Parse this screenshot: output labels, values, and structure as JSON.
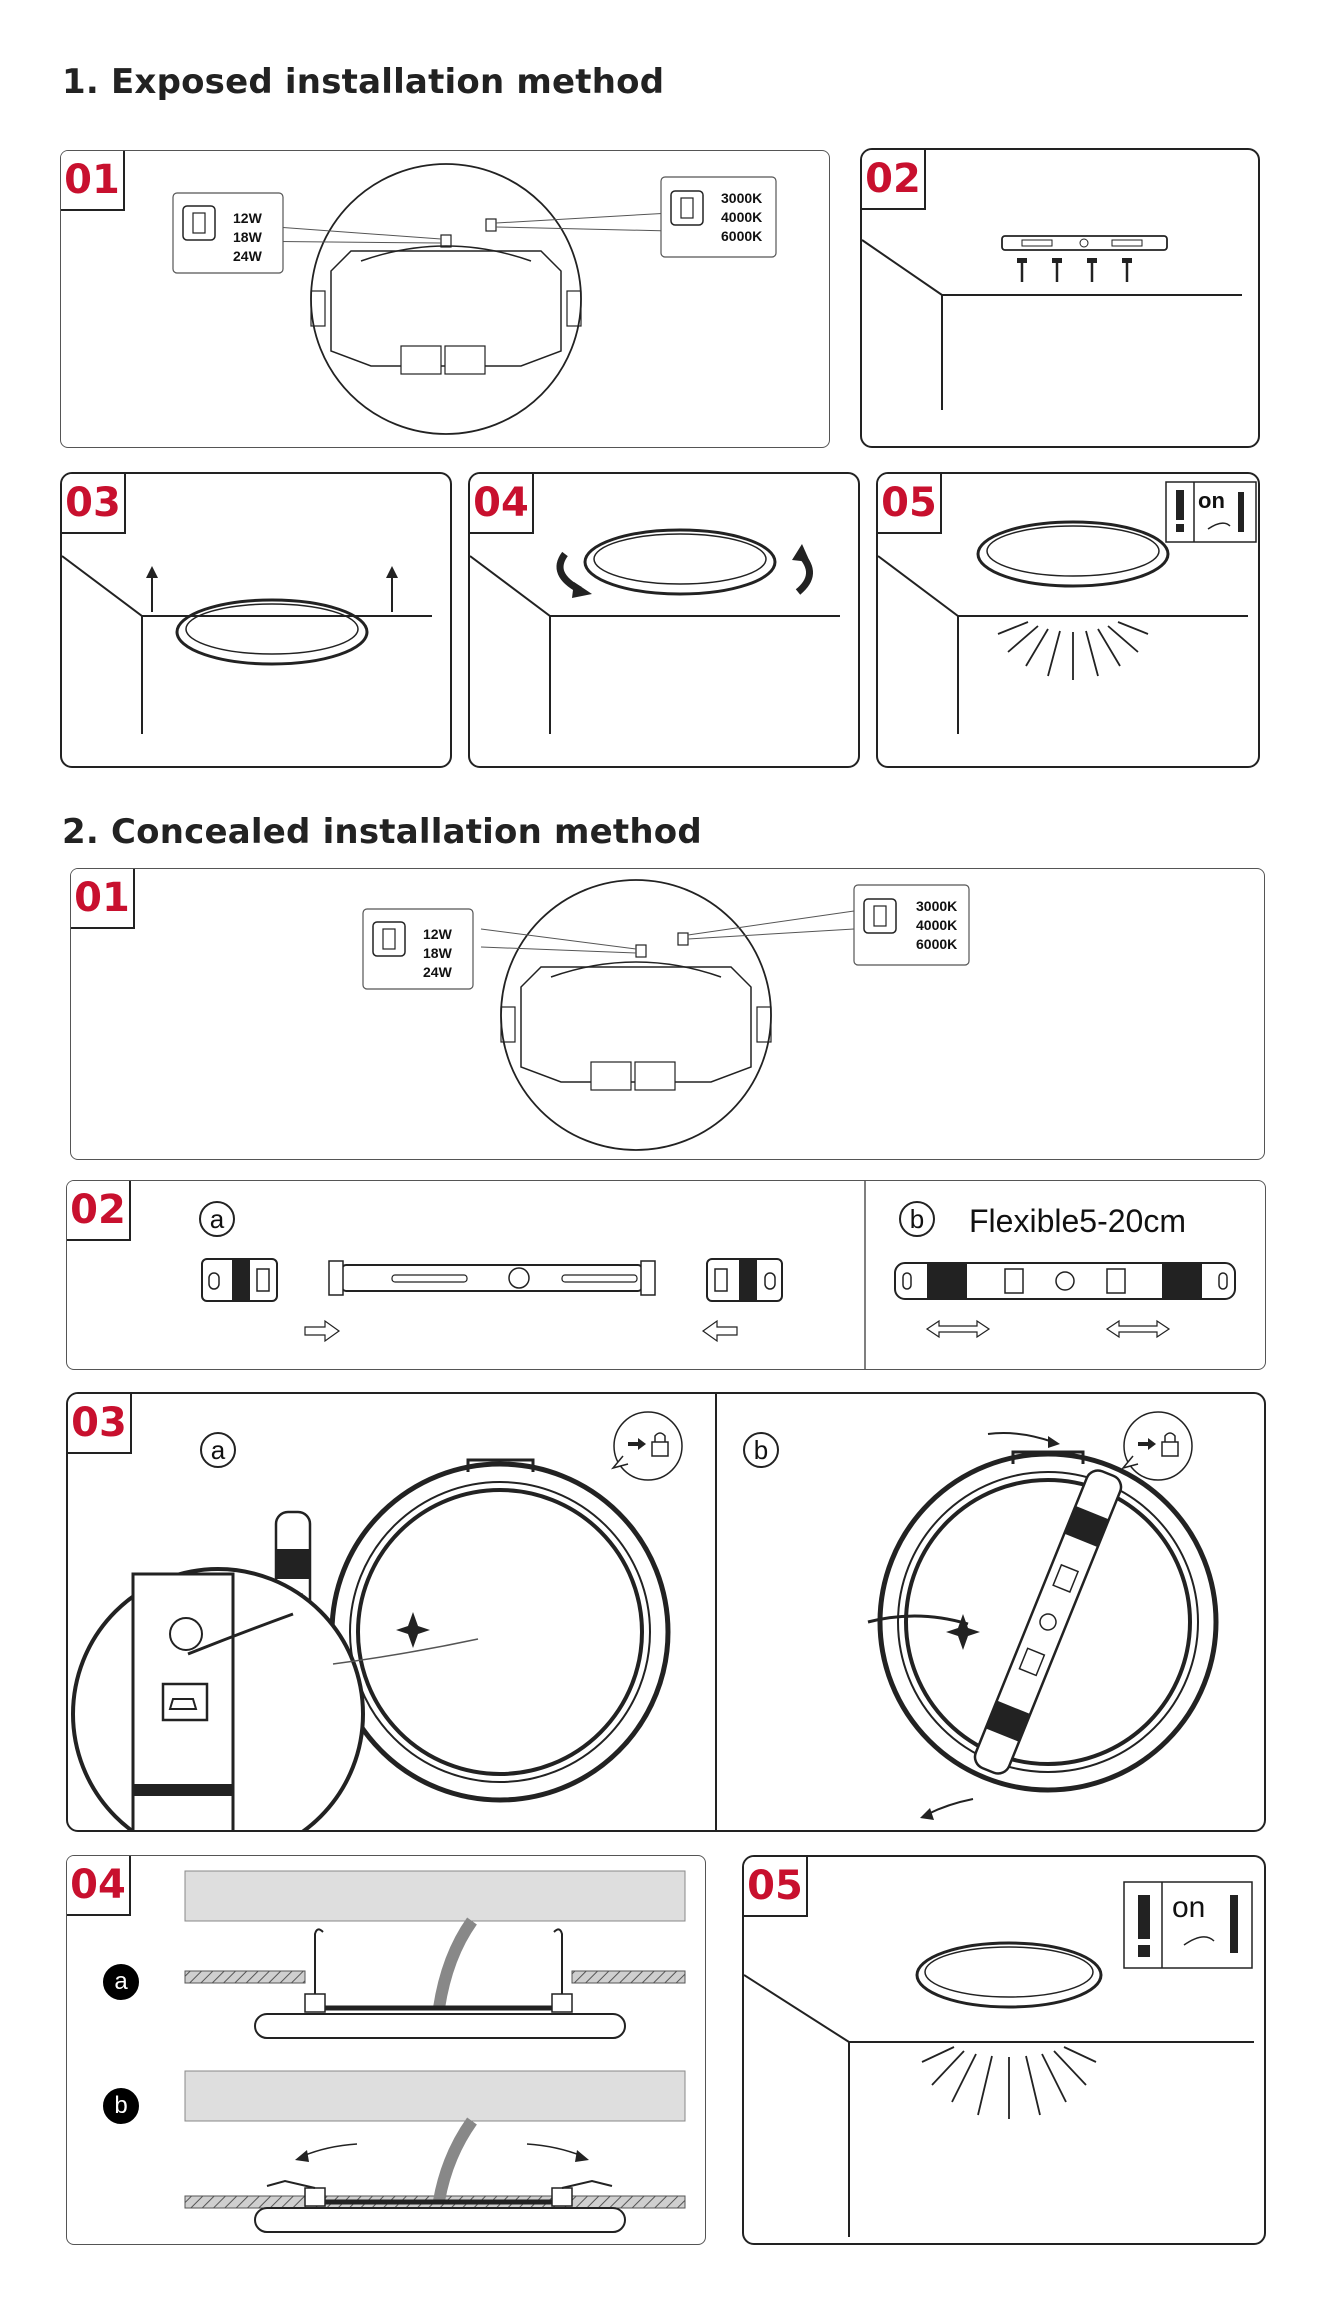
{
  "section1": {
    "title": "1. Exposed installation method",
    "steps": [
      "01",
      "02",
      "03",
      "04",
      "05"
    ],
    "wattage": [
      "12W",
      "18W",
      "24W"
    ],
    "cct": [
      "3000K",
      "4000K",
      "6000K"
    ],
    "switch_label": "on"
  },
  "section2": {
    "title": "2. Concealed installation method",
    "steps": [
      "01",
      "02",
      "03",
      "04",
      "05"
    ],
    "wattage": [
      "12W",
      "18W",
      "24W"
    ],
    "cct": [
      "3000K",
      "4000K",
      "6000K"
    ],
    "option_a": "a",
    "option_b": "b",
    "flexible": "Flexible5-20cm",
    "switch_label": "on"
  }
}
